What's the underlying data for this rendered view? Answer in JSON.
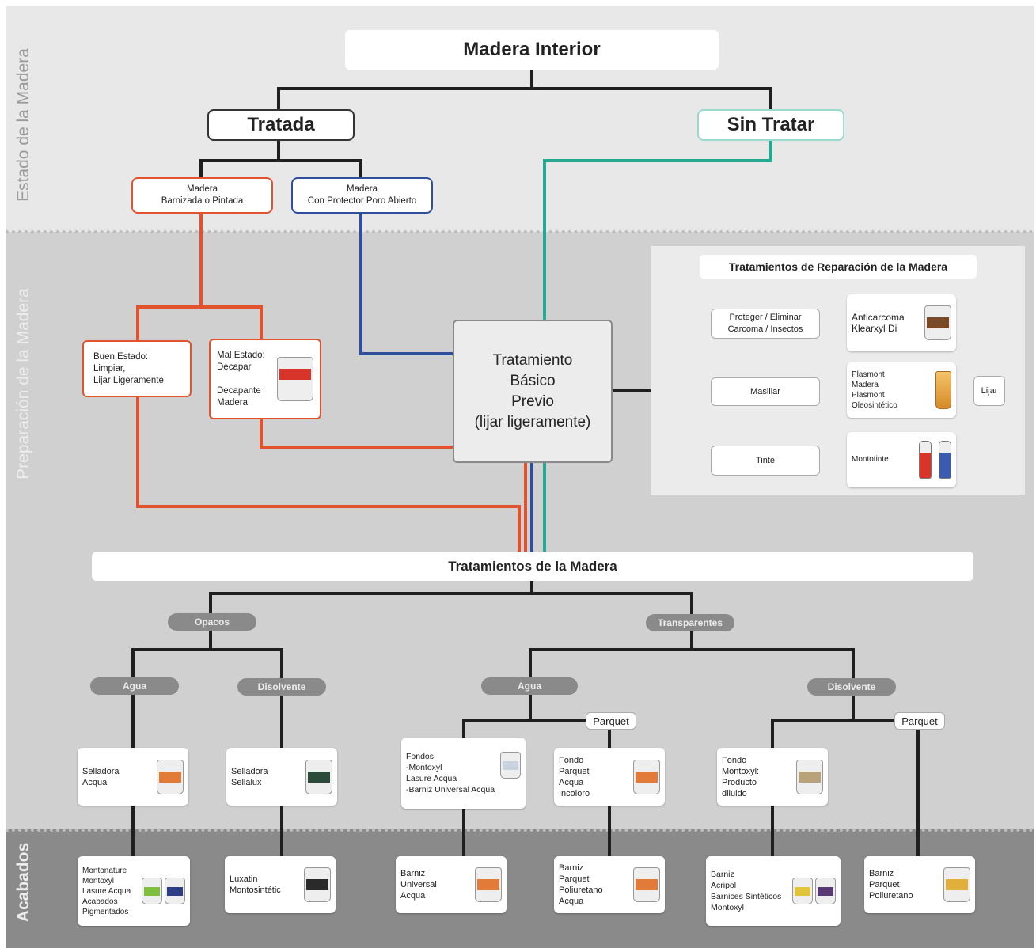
{
  "sections": {
    "estado": "Estado de la Madera",
    "preparacion": "Preparación de la Madera",
    "acabados": "Acabados"
  },
  "top": {
    "root": "Madera Interior",
    "tratada": "Tratada",
    "sin_tratar": "Sin Tratar",
    "barnizada": "Madera\nBarnizada o Pintada",
    "protector": "Madera\nCon Protector Poro Abierto"
  },
  "prep": {
    "buen_estado": "Buen Estado:\nLimpiar,\nLijar Ligeramente",
    "mal_estado": "Mal Estado:\nDecapar\n\nDecapante\nMadera",
    "basico": "Tratamiento\nBásico\nPrevio\n(lijar ligeramente)"
  },
  "reparacion": {
    "title": "Tratamientos de Reparación de la Madera",
    "rows": [
      {
        "label": "Proteger / Eliminar\nCarcoma / Insectos",
        "product": "Anticarcoma\nKlearxyl Di"
      },
      {
        "label": "Masillar",
        "product": "Plasmont\nMadera\nPlasmont\nOleosintético"
      },
      {
        "label": "Tinte",
        "product": "Montotinte"
      }
    ],
    "lijar": "Lijar"
  },
  "tratamientos": {
    "title": "Tratamientos de la Madera",
    "opacos": "Opacos",
    "transparentes": "Transparentes",
    "agua": "Agua",
    "disolvente": "Disolvente",
    "parquet": "Parquet"
  },
  "products": {
    "selladora_acqua": "Selladora\nAcqua",
    "selladora_sellalux": "Selladora\nSellalux",
    "fondos_agua": "Fondos:\n-Montoxyl\nLasure Acqua\n-Barniz Universal Acqua",
    "fondo_parquet": "Fondo\nParquet\nAcqua\nIncoloro",
    "fondo_montoxyl": "Fondo\nMontoxyl:\nProducto\ndiluido"
  },
  "acabados": {
    "a1": "Montonature\nMontoxyl\nLasure Acqua\nAcabados\nPigmentados",
    "a2": "Luxatin\nMontosintétic",
    "a3": "Barniz\nUniversal\nAcqua",
    "a4": "Barniz\nParquet\nPoliuretano\nAcqua",
    "a5": "Barniz\nAcripol\nBarnices Sintéticos\nMontoxyl",
    "a6": "Barniz\nParquet\nPoliuretano"
  },
  "colors": {
    "red": "#e2522d",
    "blue": "#2f4f9c",
    "teal": "#23a892",
    "black": "#1f1f1f"
  }
}
